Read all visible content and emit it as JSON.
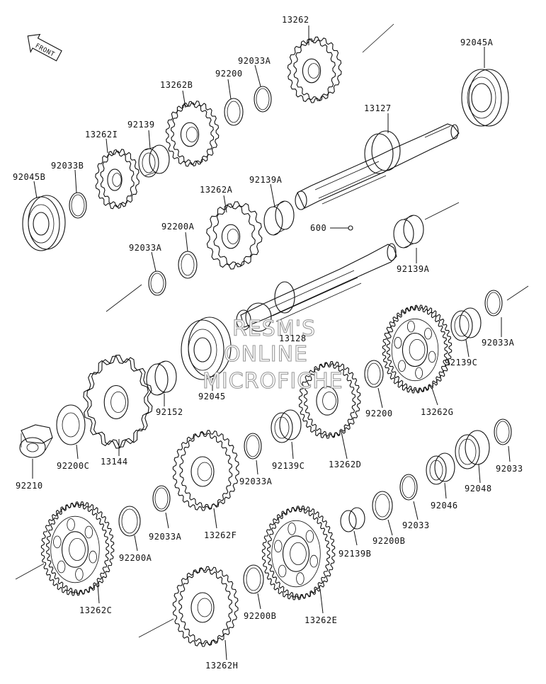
{
  "front_label": "FRONT",
  "watermark": {
    "line1": "RESM'S",
    "line2": "ONLINE",
    "line3": "MICROFICHE"
  },
  "parts": [
    {
      "id": "p13262",
      "label": "13262"
    },
    {
      "id": "p92033A_top",
      "label": "92033A"
    },
    {
      "id": "p92045A",
      "label": "92045A"
    },
    {
      "id": "p92200_top",
      "label": "92200"
    },
    {
      "id": "p13262B",
      "label": "13262B"
    },
    {
      "id": "p13127",
      "label": "13127"
    },
    {
      "id": "p92139",
      "label": "92139"
    },
    {
      "id": "p13262I",
      "label": "13262I"
    },
    {
      "id": "p92033B",
      "label": "92033B"
    },
    {
      "id": "p92045B",
      "label": "92045B"
    },
    {
      "id": "p92139A_top",
      "label": "92139A"
    },
    {
      "id": "p13262A",
      "label": "13262A"
    },
    {
      "id": "p92200A_mid",
      "label": "92200A"
    },
    {
      "id": "p600",
      "label": "600"
    },
    {
      "id": "p92033A_mid",
      "label": "92033A"
    },
    {
      "id": "p92139A_mid",
      "label": "92139A"
    },
    {
      "id": "p13128",
      "label": "13128"
    },
    {
      "id": "p92033A_right",
      "label": "92033A"
    },
    {
      "id": "p92139C_right",
      "label": "92139C"
    },
    {
      "id": "p92045",
      "label": "92045"
    },
    {
      "id": "p92152",
      "label": "92152"
    },
    {
      "id": "p92200_mid",
      "label": "92200"
    },
    {
      "id": "p13262G",
      "label": "13262G"
    },
    {
      "id": "p92200C",
      "label": "92200C"
    },
    {
      "id": "p13144",
      "label": "13144"
    },
    {
      "id": "p92139C_mid",
      "label": "92139C"
    },
    {
      "id": "p13262D",
      "label": "13262D"
    },
    {
      "id": "p92033_right",
      "label": "92033"
    },
    {
      "id": "p92210",
      "label": "92210"
    },
    {
      "id": "p92033A_low",
      "label": "92033A"
    },
    {
      "id": "p92048",
      "label": "92048"
    },
    {
      "id": "p92046",
      "label": "92046"
    },
    {
      "id": "p92033_mid",
      "label": "92033"
    },
    {
      "id": "p92033A_low2",
      "label": "92033A"
    },
    {
      "id": "p13262F",
      "label": "13262F"
    },
    {
      "id": "p92200A_low",
      "label": "92200A"
    },
    {
      "id": "p92200B_mid",
      "label": "92200B"
    },
    {
      "id": "p92139B",
      "label": "92139B"
    },
    {
      "id": "p13262C",
      "label": "13262C"
    },
    {
      "id": "p92200B_low",
      "label": "92200B"
    },
    {
      "id": "p13262E",
      "label": "13262E"
    },
    {
      "id": "p13262H",
      "label": "13262H"
    }
  ]
}
